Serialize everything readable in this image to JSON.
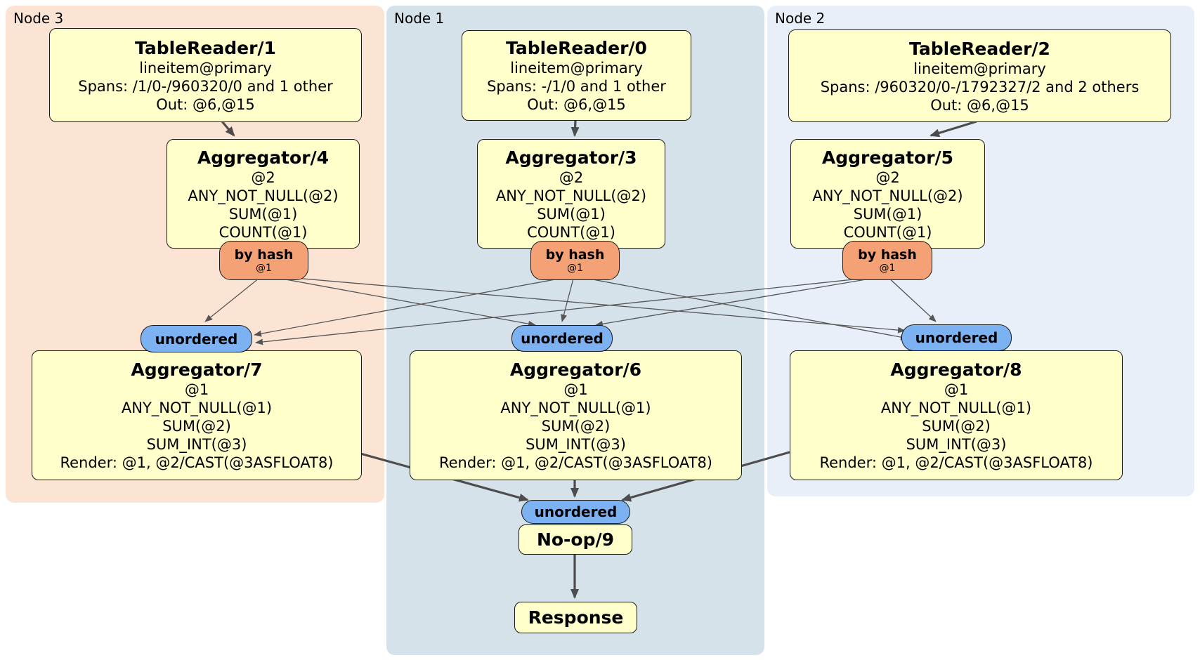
{
  "colors": {
    "panel-node3-bg": "#fce4d5",
    "panel-node1-bg": "#d5e2ea",
    "panel-node2-bg": "#e9eff9",
    "box-bg": "#ffffcc",
    "router-bg": "#f4a176",
    "sync-bg": "#7cb1f2",
    "border": "#1a1a1a",
    "edge-thin": "#555555",
    "edge-thick": "#4d4d4d"
  },
  "panels": [
    {
      "label": "Node 3"
    },
    {
      "label": "Node 1"
    },
    {
      "label": "Node 2"
    }
  ],
  "router": {
    "label": "by hash",
    "detail": "@1"
  },
  "sync": {
    "label": "unordered"
  },
  "boxes": {
    "tr1": {
      "title": "TableReader/1",
      "lines": [
        "lineitem@primary",
        "Spans: /1/0-/960320/0 and 1 other",
        "Out: @6,@15"
      ]
    },
    "tr0": {
      "title": "TableReader/0",
      "lines": [
        "lineitem@primary",
        "Spans: -/1/0 and 1 other",
        "Out: @6,@15"
      ]
    },
    "tr2": {
      "title": "TableReader/2",
      "lines": [
        "lineitem@primary",
        "Spans: /960320/0-/1792327/2 and 2 others",
        "Out: @6,@15"
      ]
    },
    "agg4": {
      "title": "Aggregator/4",
      "lines": [
        "@2",
        "ANY_NOT_NULL(@2)",
        "SUM(@1)",
        "COUNT(@1)"
      ]
    },
    "agg3": {
      "title": "Aggregator/3",
      "lines": [
        "@2",
        "ANY_NOT_NULL(@2)",
        "SUM(@1)",
        "COUNT(@1)"
      ]
    },
    "agg5": {
      "title": "Aggregator/5",
      "lines": [
        "@2",
        "ANY_NOT_NULL(@2)",
        "SUM(@1)",
        "COUNT(@1)"
      ]
    },
    "agg7": {
      "title": "Aggregator/7",
      "lines": [
        "@1",
        "ANY_NOT_NULL(@1)",
        "SUM(@2)",
        "SUM_INT(@3)",
        "Render: @1, @2/CAST(@3ASFLOAT8)"
      ]
    },
    "agg6": {
      "title": "Aggregator/6",
      "lines": [
        "@1",
        "ANY_NOT_NULL(@1)",
        "SUM(@2)",
        "SUM_INT(@3)",
        "Render: @1, @2/CAST(@3ASFLOAT8)"
      ]
    },
    "agg8": {
      "title": "Aggregator/8",
      "lines": [
        "@1",
        "ANY_NOT_NULL(@1)",
        "SUM(@2)",
        "SUM_INT(@3)",
        "Render: @1, @2/CAST(@3ASFLOAT8)"
      ]
    },
    "noop": {
      "title": "No-op/9"
    },
    "response": {
      "title": "Response"
    }
  }
}
